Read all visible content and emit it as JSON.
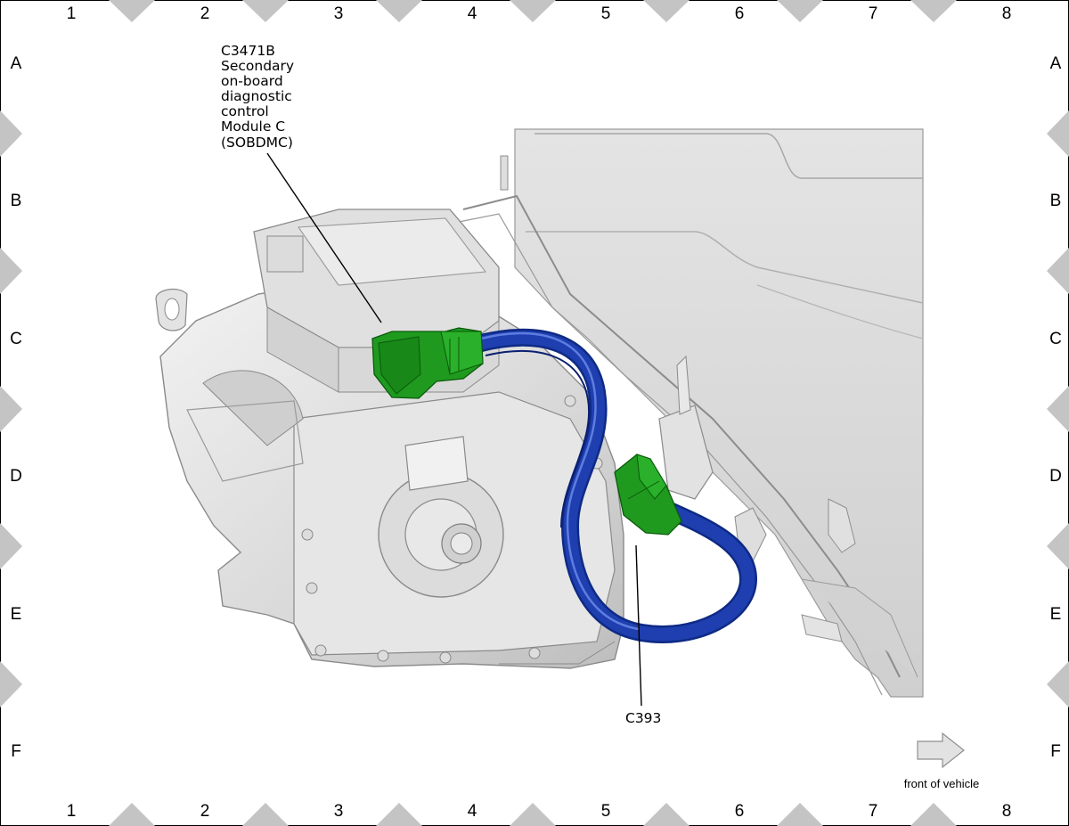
{
  "grid": {
    "columns": [
      "1",
      "2",
      "3",
      "4",
      "5",
      "6",
      "7",
      "8"
    ],
    "rows": [
      "A",
      "B",
      "C",
      "D",
      "E",
      "F"
    ]
  },
  "callouts": {
    "module": {
      "lines": [
        "C3471B",
        "Secondary",
        "on-board",
        "diagnostic",
        "control",
        "Module C",
        "(SOBDMC)"
      ]
    },
    "connector": {
      "label": "C393"
    }
  },
  "orientation": {
    "label": "front of vehicle"
  },
  "colors": {
    "harness": "#1f3fb0",
    "connector": "#1f9a1f",
    "housing": "#d9d9d9",
    "border_marker": "#c4c4c4",
    "arrow": "#e2e2e2"
  }
}
